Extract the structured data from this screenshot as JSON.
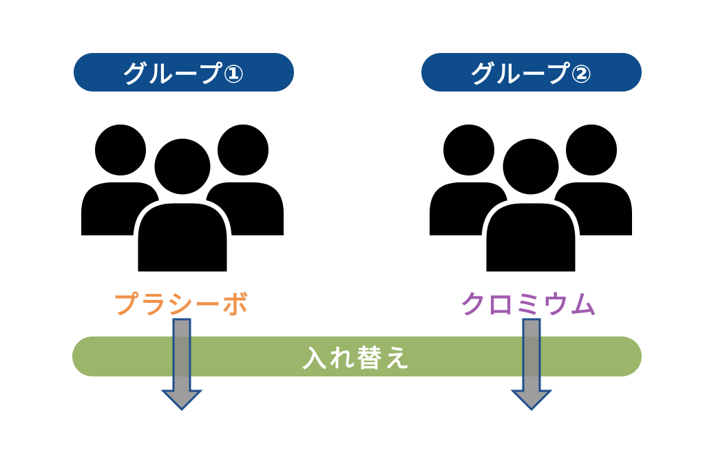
{
  "groups": [
    {
      "title": "グループ①",
      "drug": "プラシーボ",
      "drug_color": "#F0924A"
    },
    {
      "title": "グループ②",
      "drug": "クロミウム",
      "drug_color": "#A05CAE"
    }
  ],
  "crossover": {
    "label": "入れ替え"
  },
  "icons": {
    "group": "people-group-icon",
    "arrow": "arrow-down-icon"
  },
  "colors": {
    "header_bg": "#0E4C8B",
    "bar_bg": "#9BB56A",
    "people": "#000000",
    "arrow_fill": "#8C8C8C",
    "arrow_stroke": "#1F4E8C"
  }
}
